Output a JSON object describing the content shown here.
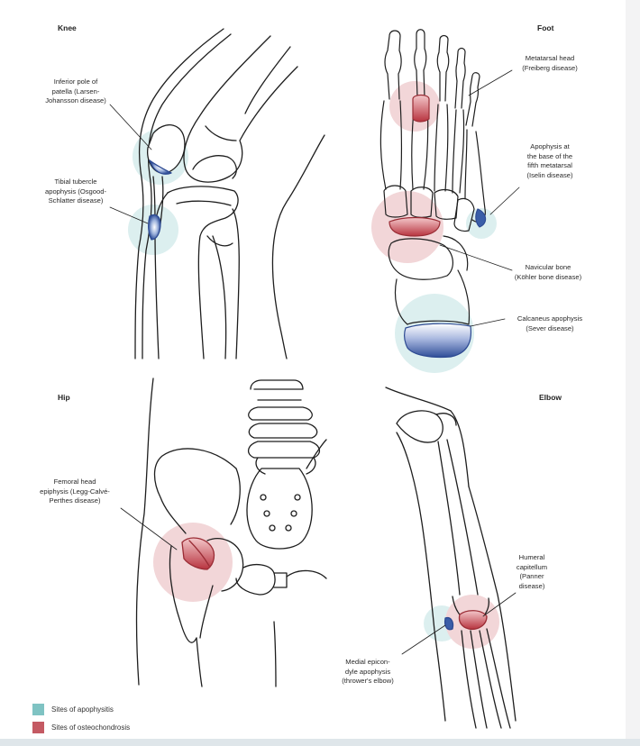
{
  "panels": {
    "knee": {
      "title": "Knee",
      "labels": [
        "Inferior pole of\npatella (Larsen-\nJohansson disease)",
        "Tibial tubercle\napophysis (Osgood-\nSchlatter disease)"
      ]
    },
    "foot": {
      "title": "Foot",
      "labels": [
        "Metatarsal head\n(Freiberg disease)",
        "Apophysis at\nthe base of the\nfifth metatarsal\n(Iselin disease)",
        "Navicular bone\n(Köhler bone disease)",
        "Calcaneus apophysis\n(Sever disease)"
      ]
    },
    "hip": {
      "title": "Hip",
      "labels": [
        "Femoral head\nepiphysis (Legg-Calvé-\nPerthes disease)"
      ]
    },
    "elbow": {
      "title": "Elbow",
      "labels": [
        "Humeral\ncapitellum\n(Panner\ndisease)",
        "Medial epicon-\ndyle apophysis\n(thrower's elbow)"
      ]
    }
  },
  "legend": [
    {
      "label": "Sites of apophysitis",
      "color": "#7fc3c3"
    },
    {
      "label": "Sites of osteochondrosis",
      "color": "#c45a63"
    }
  ],
  "colors": {
    "apophysis_halo": "#dcefef",
    "osteo_halo": "#f2d6d8",
    "apophysis_fill": "#3a5ea8",
    "osteo_fill": "#c14750",
    "line": "#1e1e1e"
  },
  "icons": [
    "knee-illustration",
    "foot-illustration",
    "hip-illustration",
    "elbow-illustration"
  ]
}
